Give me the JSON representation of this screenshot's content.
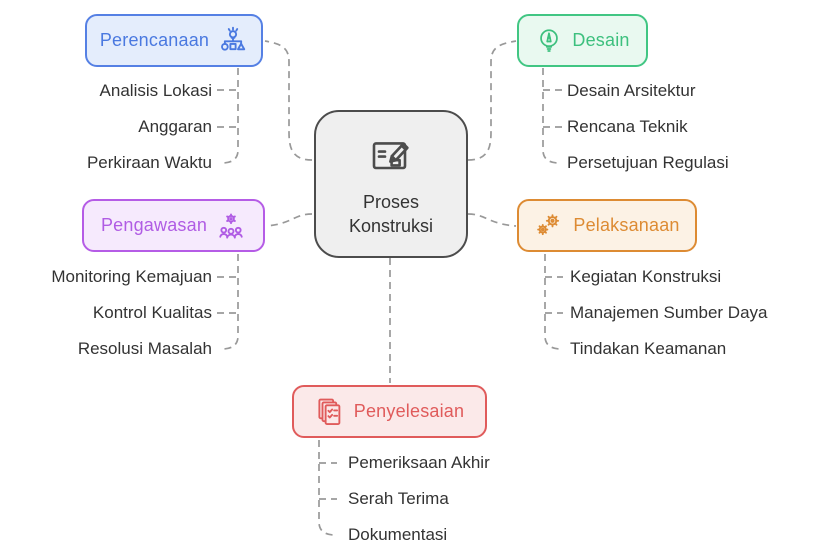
{
  "diagram": {
    "center": {
      "label_line1": "Proses",
      "label_line2": "Konstruksi"
    },
    "branches": [
      {
        "id": "perencanaan",
        "label": "Perencanaan",
        "color": "#4a79e0",
        "fill": "#e4edfc",
        "icon": "planning-strategy-icon",
        "items": [
          "Analisis Lokasi",
          "Anggaran",
          "Perkiraan Waktu"
        ]
      },
      {
        "id": "desain",
        "label": "Desain",
        "color": "#3dc07e",
        "fill": "#e9f9f0",
        "icon": "design-bulb-pencil-icon",
        "items": [
          "Desain Arsitektur",
          "Rencana Teknik",
          "Persetujuan Regulasi"
        ]
      },
      {
        "id": "pengawasan",
        "label": "Pengawasan",
        "color": "#b05ce4",
        "fill": "#f6eafd",
        "icon": "supervision-team-gear-icon",
        "items": [
          "Monitoring Kemajuan",
          "Kontrol Kualitas",
          "Resolusi Masalah"
        ]
      },
      {
        "id": "pelaksanaan",
        "label": "Pelaksanaan",
        "color": "#dd8b33",
        "fill": "#fcf2e5",
        "icon": "gears-icon",
        "items": [
          "Kegiatan Konstruksi",
          "Manajemen Sumber Daya",
          "Tindakan Keamanan"
        ]
      },
      {
        "id": "penyelesaian",
        "label": "Penyelesaian",
        "color": "#e05b5b",
        "fill": "#fbe9e9",
        "icon": "checklist-documents-icon",
        "items": [
          "Pemeriksaan Akhir",
          "Serah Terima",
          "Dokumentasi"
        ]
      }
    ],
    "connector_color": "#999999",
    "text_color": "#333333"
  }
}
